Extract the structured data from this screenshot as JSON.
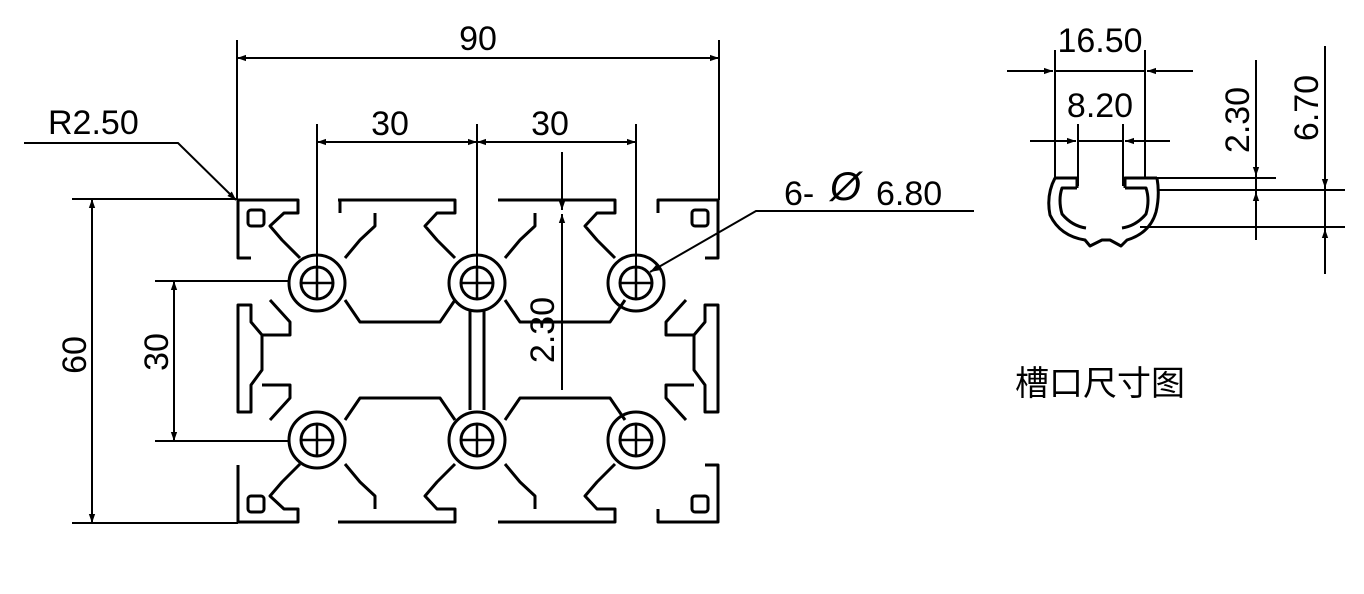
{
  "profile": {
    "dim_width": "90",
    "dim_pitch_left": "30",
    "dim_pitch_right": "30",
    "dim_height": "60",
    "dim_pitch_vertical": "30",
    "dim_web": "2.30",
    "dim_radius": "R2.50",
    "hole_prefix": "6-",
    "hole_symbol": "Ø",
    "hole_diameter": "6.80"
  },
  "slot_detail": {
    "dim_outer": "16.50",
    "dim_inner": "8.20",
    "dim_lip": "2.30",
    "dim_depth": "6.70",
    "caption": "槽口尺寸图"
  }
}
